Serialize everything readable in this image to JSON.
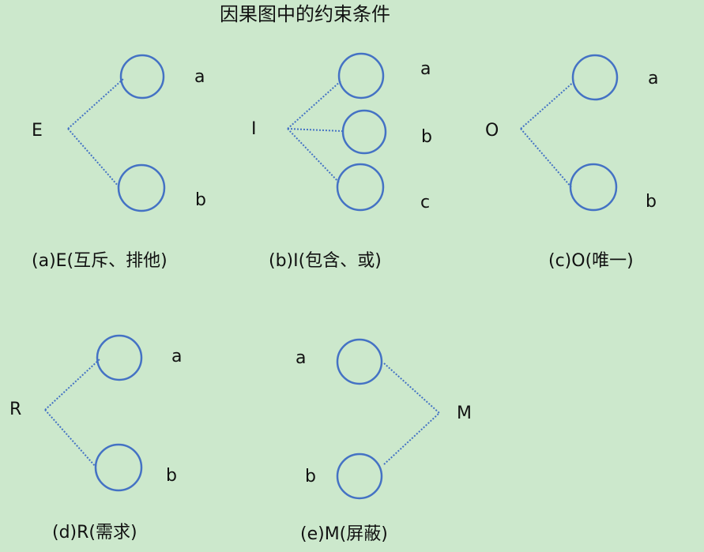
{
  "title": "因果图中的约束条件",
  "colors": {
    "background": "#cce8cc",
    "circle": "#4472c4",
    "dots": "#4472c4",
    "text": "#111111"
  },
  "diagrams": [
    {
      "id": "e",
      "source": "E",
      "nodes": [
        "a",
        "b"
      ],
      "caption": "(a)E(互斥、排他)"
    },
    {
      "id": "i",
      "source": "I",
      "nodes": [
        "a",
        "b",
        "c"
      ],
      "caption": "(b)I(包含、或)"
    },
    {
      "id": "o",
      "source": "O",
      "nodes": [
        "a",
        "b"
      ],
      "caption": "(c)O(唯一)"
    },
    {
      "id": "r",
      "source": "R",
      "nodes": [
        "a",
        "b"
      ],
      "caption": "(d)R(需求)"
    },
    {
      "id": "m",
      "source": "M",
      "nodes": [
        "a",
        "b"
      ],
      "caption": "(e)M(屏蔽)"
    }
  ]
}
